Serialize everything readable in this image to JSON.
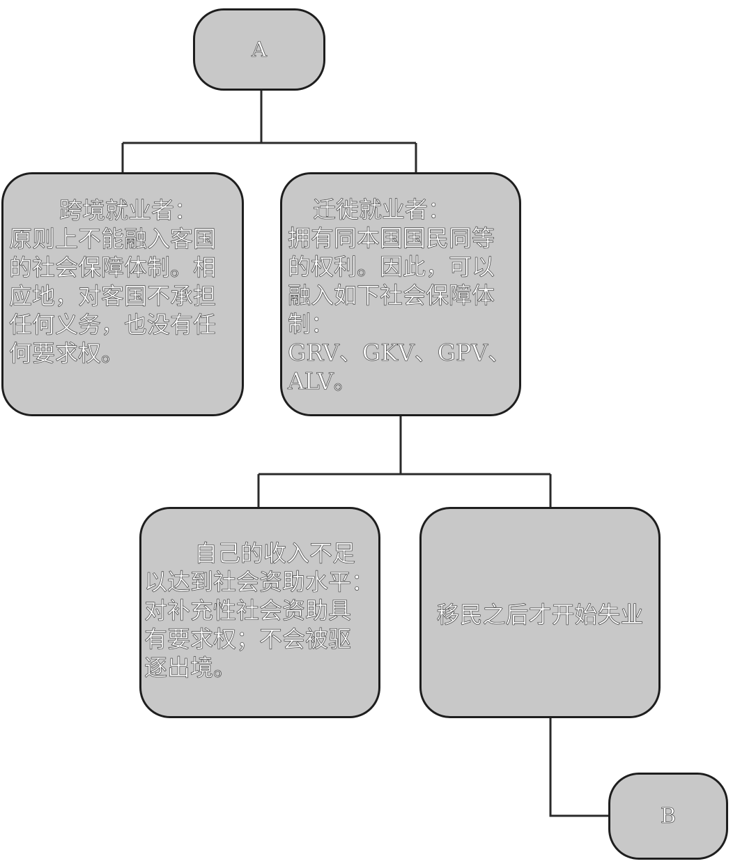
{
  "nodes": {
    "a": {
      "label": "A"
    },
    "cross_border": {
      "heading": "跨境就业者：",
      "lines": [
        "原则上不能融入客国",
        "的社会保障体制。相",
        "应地，对客国不承担",
        "任何义务，也没有任",
        "何要求权。"
      ]
    },
    "migrant": {
      "heading": "迁徙就业者：",
      "lines": [
        "拥有同本国国民同等",
        "的权利。因此，可以",
        "融入如下社会保障体",
        "制：",
        "GRV、GKV、GPV、",
        "ALV。"
      ]
    },
    "insufficient_income": {
      "lines": [
        "自己的收入不足",
        "以达到社会资助水平：",
        "对补充性社会资助具",
        "有要求权；不会被驱",
        "逐出境。"
      ]
    },
    "unemployed_after": {
      "label": "移民之后才开始失业"
    },
    "b": {
      "label": "B"
    }
  },
  "colors": {
    "node_fill": "#c8c8c8",
    "node_border": "#1e1e1e",
    "connector": "#2a2a2a",
    "text": "#ffffff",
    "background": "#ffffff"
  }
}
